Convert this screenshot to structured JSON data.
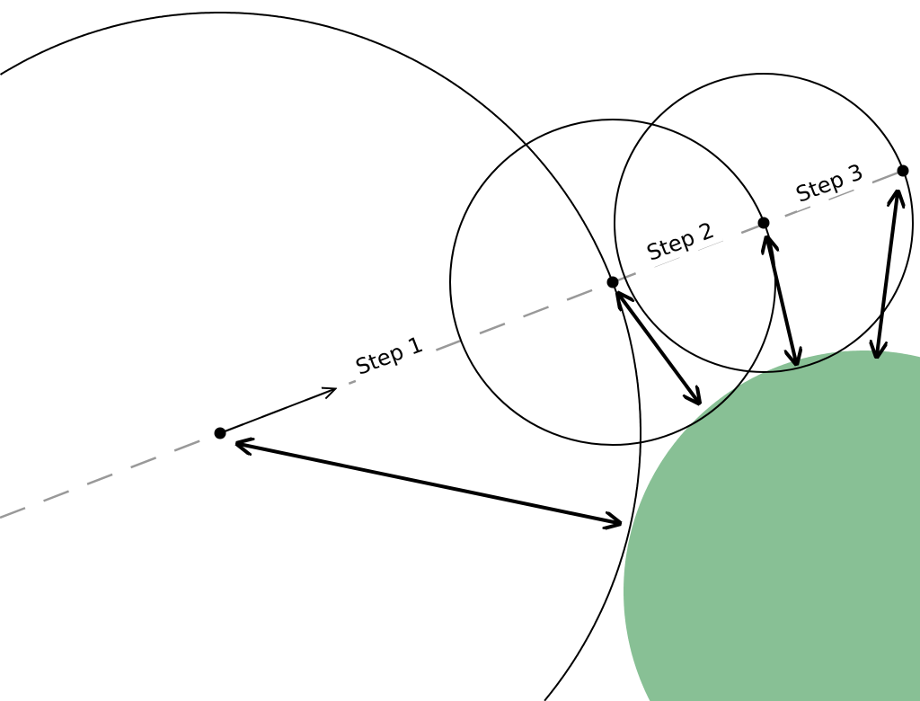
{
  "diagram": {
    "steps": [
      {
        "label": "Step 1"
      },
      {
        "label": "Step 2"
      },
      {
        "label": "Step 3"
      }
    ],
    "colors": {
      "surface": "#88c095",
      "ray": "#999999",
      "stroke": "#000000"
    }
  }
}
